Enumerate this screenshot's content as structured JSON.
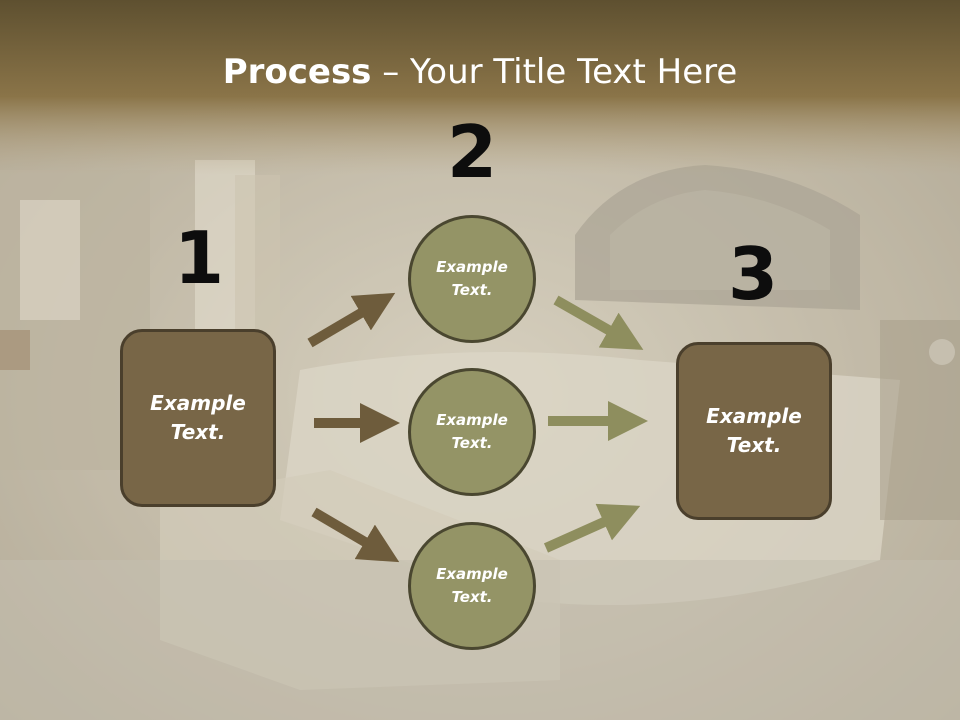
{
  "title": {
    "bold": "Process",
    "rest": " – Your Title Text Here"
  },
  "steps": [
    {
      "number": "1",
      "text": "Example Text."
    },
    {
      "number": "2",
      "nodes": [
        "Example Text.",
        "Example Text.",
        "Example Text."
      ]
    },
    {
      "number": "3",
      "text": "Example Text."
    }
  ],
  "colors": {
    "header": "#66552f",
    "box_fill": "#786647",
    "circle_fill": "#949466",
    "arrow_in": "#6e5c3c",
    "arrow_out": "#8e8e5e",
    "number": "#0d0d0d"
  }
}
